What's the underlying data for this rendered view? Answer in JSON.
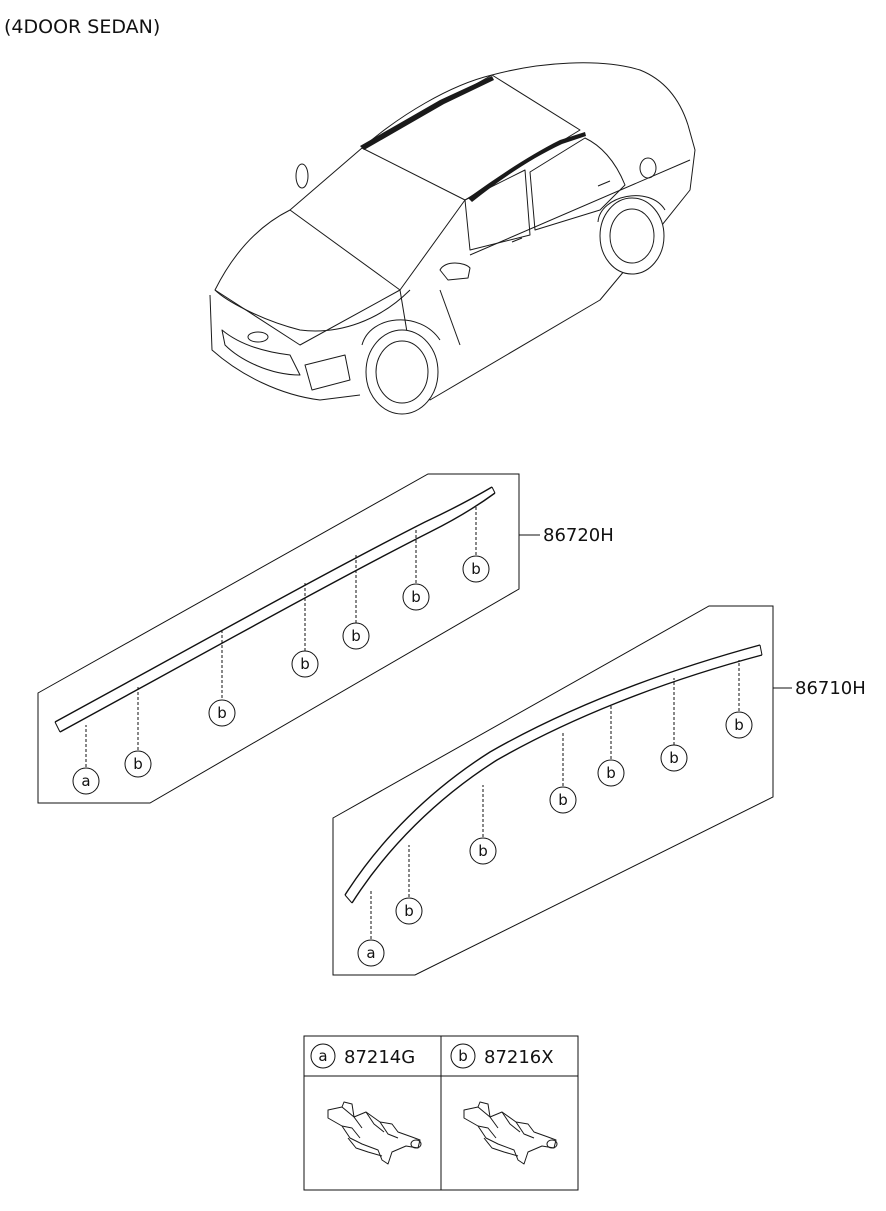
{
  "title": "(4DOOR SEDAN)",
  "parts": {
    "upper": {
      "number": "86720H"
    },
    "lower": {
      "number": "86710H"
    }
  },
  "callouts": {
    "upper": [
      "a",
      "b",
      "b",
      "b",
      "b",
      "b",
      "b"
    ],
    "lower": [
      "a",
      "b",
      "b",
      "b",
      "b",
      "b",
      "b"
    ]
  },
  "legend": {
    "a": {
      "letter": "a",
      "number": "87214G"
    },
    "b": {
      "letter": "b",
      "number": "87216X"
    }
  }
}
